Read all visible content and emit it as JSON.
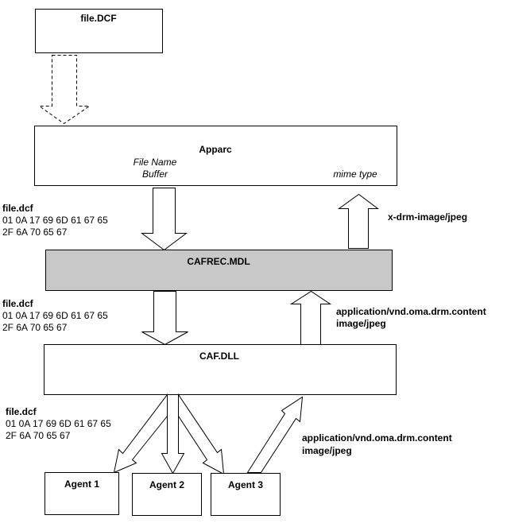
{
  "diagram": {
    "title": "DRM content recognition flow",
    "nodes": {
      "file_dcf": {
        "label": "file.DCF"
      },
      "apparc": {
        "label": "Apparc",
        "input_label_1": "File Name",
        "input_label_2": "Buffer",
        "output_label": "mime type"
      },
      "cafrec": {
        "label": "CAFREC.MDL"
      },
      "caf": {
        "label": "CAF.DLL"
      },
      "agent1": {
        "label": "Agent 1"
      },
      "agent2": {
        "label": "Agent 2"
      },
      "agent3": {
        "label": "Agent 3"
      }
    },
    "annotations": {
      "apparc_to_cafrec": {
        "title": "file.dcf",
        "line1": "01 0A 17 69 6D 61 67 65",
        "line2": "2F 6A 70 65 67"
      },
      "cafrec_to_apparc": {
        "line1": "x-drm-image/jpeg"
      },
      "cafrec_to_caf": {
        "title": "file.dcf",
        "line1": "01 0A 17 69 6D 61 67 65",
        "line2": "2F 6A 70 65 67"
      },
      "caf_to_cafrec": {
        "line1": "application/vnd.oma.drm.content",
        "line2": "image/jpeg"
      },
      "caf_to_agents": {
        "title": "file.dcf",
        "line1": "01 0A 17 69 6D 61 67 65",
        "line2": "2F 6A 70 65 67"
      },
      "agent3_to_caf": {
        "line1": "application/vnd.oma.drm.content",
        "line2": "image/jpeg"
      }
    },
    "edges": [
      {
        "from": "file_dcf",
        "to": "apparc",
        "style": "dashed"
      },
      {
        "from": "apparc",
        "to": "cafrec",
        "style": "solid"
      },
      {
        "from": "cafrec",
        "to": "apparc",
        "style": "solid"
      },
      {
        "from": "cafrec",
        "to": "caf",
        "style": "solid"
      },
      {
        "from": "caf",
        "to": "cafrec",
        "style": "solid"
      },
      {
        "from": "caf",
        "to": "agent1",
        "style": "solid"
      },
      {
        "from": "caf",
        "to": "agent2",
        "style": "solid"
      },
      {
        "from": "caf",
        "to": "agent3",
        "style": "solid"
      },
      {
        "from": "agent3",
        "to": "caf",
        "style": "solid"
      }
    ],
    "colors": {
      "highlight_fill": "#c8c8c8",
      "stroke": "#000000",
      "background": "#ffffff"
    }
  }
}
